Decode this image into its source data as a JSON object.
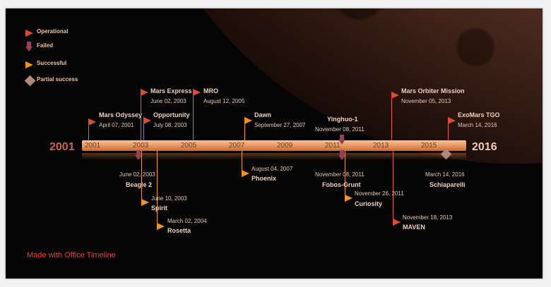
{
  "legend": {
    "operational": "Operational",
    "failed": "Failed",
    "successful": "Successful",
    "partial": "Partial success"
  },
  "timeline": {
    "start_year": "2001",
    "end_year": "2016",
    "ticks": [
      "2001",
      "2003",
      "2005",
      "2007",
      "2009",
      "2011",
      "2013",
      "2015"
    ]
  },
  "events": {
    "mars_odyssey": {
      "title": "Mars Odyssey",
      "date": "April 07, 2001"
    },
    "mars_express": {
      "title": "Mars Express",
      "date": "June 02, 2003"
    },
    "opportunity": {
      "title": "Opportunity",
      "date": "July 08, 2003"
    },
    "mro": {
      "title": "MRO",
      "date": "August 12, 2005"
    },
    "dawn": {
      "title": "Dawn",
      "date": "September 27, 2007"
    },
    "yinghuo": {
      "title": "Yinghuo-1",
      "date": "November 08, 2011"
    },
    "mom": {
      "title": "Mars Orbiter Mission",
      "date": "November 05, 2013"
    },
    "exomars": {
      "title": "ExoMars TGO",
      "date": "March 14, 2016"
    },
    "beagle": {
      "title": "Beagle 2",
      "date": "June 02, 2003"
    },
    "spirit": {
      "title": "Spirit",
      "date": "June 10, 2003"
    },
    "rosetta": {
      "title": "Rosetta",
      "date": "March 02, 2004"
    },
    "phoenix": {
      "title": "Phoenix",
      "date": "August 04, 2007"
    },
    "fobos": {
      "title": "Fobos-Grunt",
      "date": "November 08, 2011"
    },
    "curiosity": {
      "title": "Curiosity",
      "date": "November 26, 2011"
    },
    "maven": {
      "title": "MAVEN",
      "date": "November 18, 2013"
    },
    "schiaparelli": {
      "title": "Schiaparelli",
      "date": "March 14, 2016"
    }
  },
  "footer": "Made with Office Timeline",
  "colors": {
    "operational": "#e04a2f",
    "failed": "#9b3f58",
    "successful": "#f6921e",
    "partial": "#b0897a",
    "footer": "#e0443a"
  }
}
